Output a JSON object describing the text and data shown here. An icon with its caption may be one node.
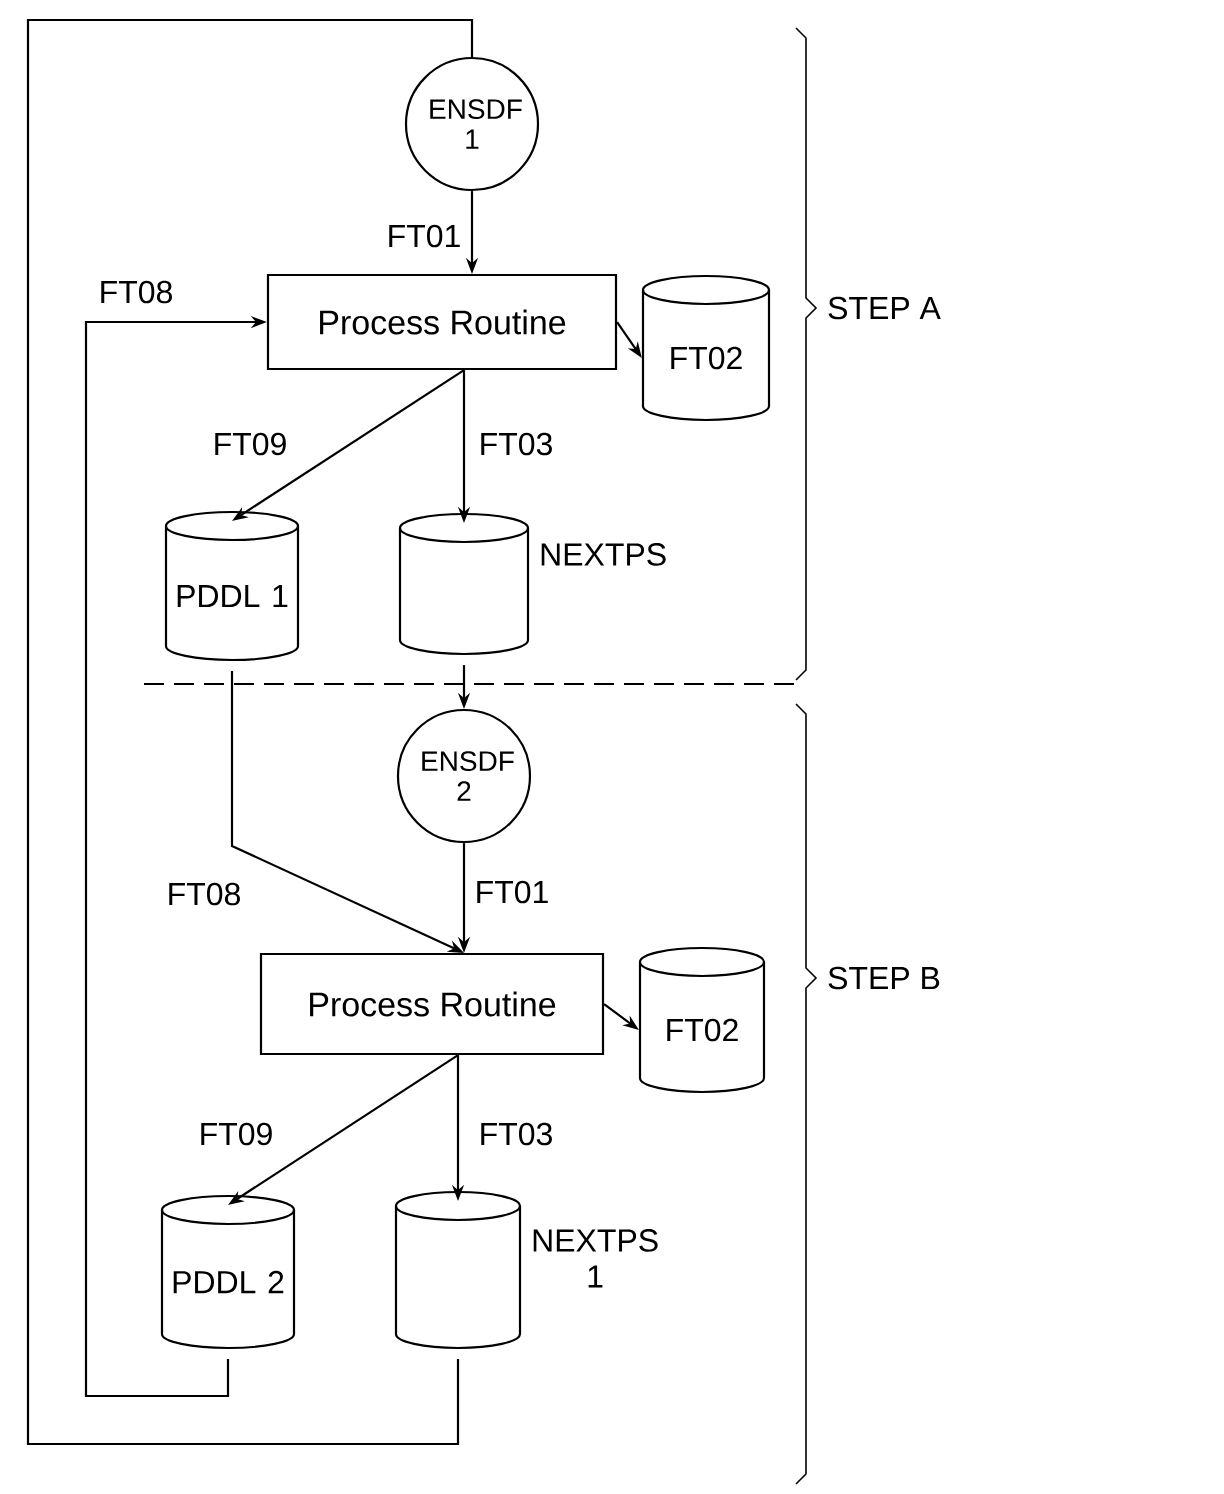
{
  "diagram": {
    "nodes": [
      {
        "text": [
          "ENSDF 1"
        ]
      },
      {
        "text": [
          "Process Routine"
        ]
      },
      {
        "text": [
          "FT02"
        ]
      },
      {
        "text": [
          "PDDL 1"
        ]
      },
      {
        "text": [],
        "shape": "cylinder",
        "beside": [
          "NEXTPS"
        ]
      },
      {
        "text": [
          "ENSDF 2"
        ]
      },
      {
        "text": [
          "Process Routine"
        ]
      },
      {
        "text": [
          "FT02"
        ]
      },
      {
        "text": [
          "PDDL 2"
        ]
      },
      {
        "text": [],
        "shape": "cylinder",
        "beside": [
          "NEXTPS 1"
        ]
      }
    ],
    "edges": [
      {
        "from": 0,
        "to": 1,
        "arrow": "to",
        "label": "FT01"
      },
      {
        "from": 1,
        "to": 2,
        "arrow": "to"
      },
      {
        "from": 1,
        "to": 3,
        "arrow": "to",
        "label": "FT09"
      },
      {
        "from": 1,
        "to": 4,
        "arrow": "to",
        "label": "FT03"
      },
      {
        "from": 4,
        "to": 5,
        "arrow": "to"
      },
      {
        "from": 8,
        "to": 1,
        "arrow": "to",
        "label": "FT08"
      },
      {
        "from": 3,
        "to": 6,
        "arrow": "to",
        "label": "FT08"
      },
      {
        "from": 5,
        "to": 6,
        "arrow": "to",
        "label": "FT01"
      },
      {
        "from": 6,
        "to": 7,
        "arrow": "to"
      },
      {
        "from": 6,
        "to": 8,
        "arrow": "to",
        "label": "FT09"
      },
      {
        "from": 6,
        "to": 9,
        "arrow": "to",
        "label": "FT03"
      },
      {
        "from": 9,
        "to": 0,
        "arrow": "none"
      }
    ],
    "labels": [
      "STEP A",
      "STEP B"
    ]
  }
}
